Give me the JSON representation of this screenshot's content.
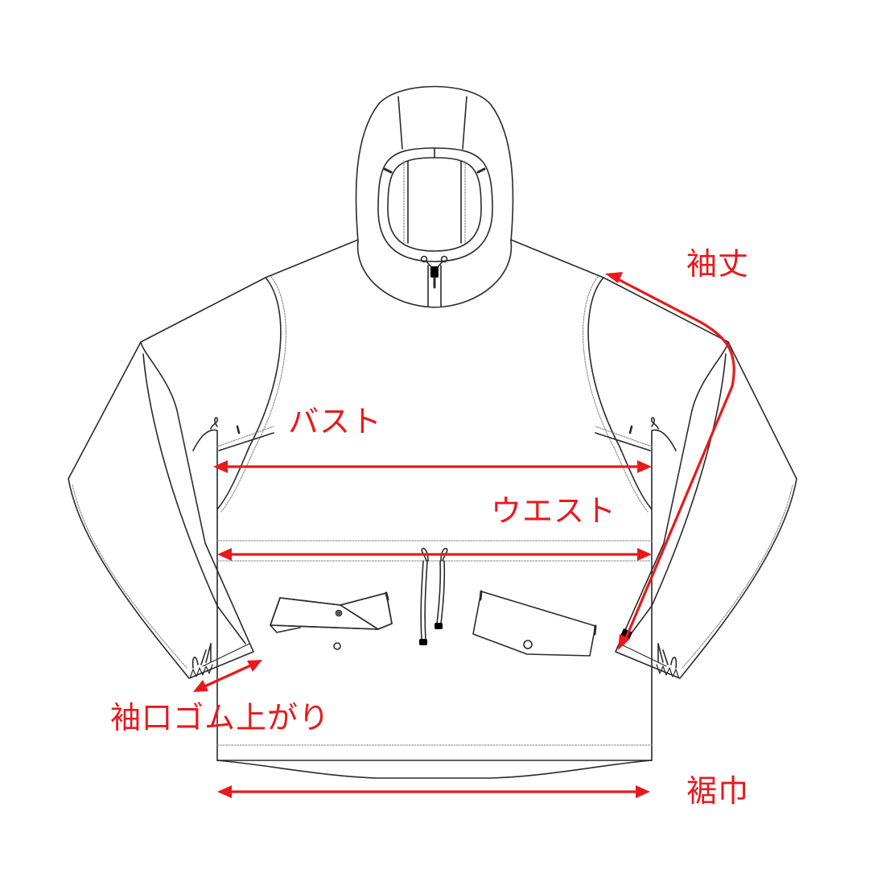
{
  "diagram": {
    "subject": "hooded anorak technical flat sketch",
    "line_color": "#2a2a2a",
    "accent_color": "#e8191c",
    "background": "#ffffff"
  },
  "labels": {
    "sleeve_length": "袖丈",
    "bust": "バスト",
    "waist": "ウエスト",
    "cuff_elastic": "袖口ゴム上がり",
    "hem_width": "裾巾"
  },
  "measurements": [
    {
      "id": "sleeve_length",
      "label": "袖丈",
      "type": "curved-arrow"
    },
    {
      "id": "bust",
      "label": "バスト",
      "type": "horizontal-arrow"
    },
    {
      "id": "waist",
      "label": "ウエスト",
      "type": "horizontal-arrow"
    },
    {
      "id": "cuff_elastic",
      "label": "袖口ゴム上がり",
      "type": "diagonal-arrow"
    },
    {
      "id": "hem_width",
      "label": "裾巾",
      "type": "horizontal-arrow"
    }
  ]
}
